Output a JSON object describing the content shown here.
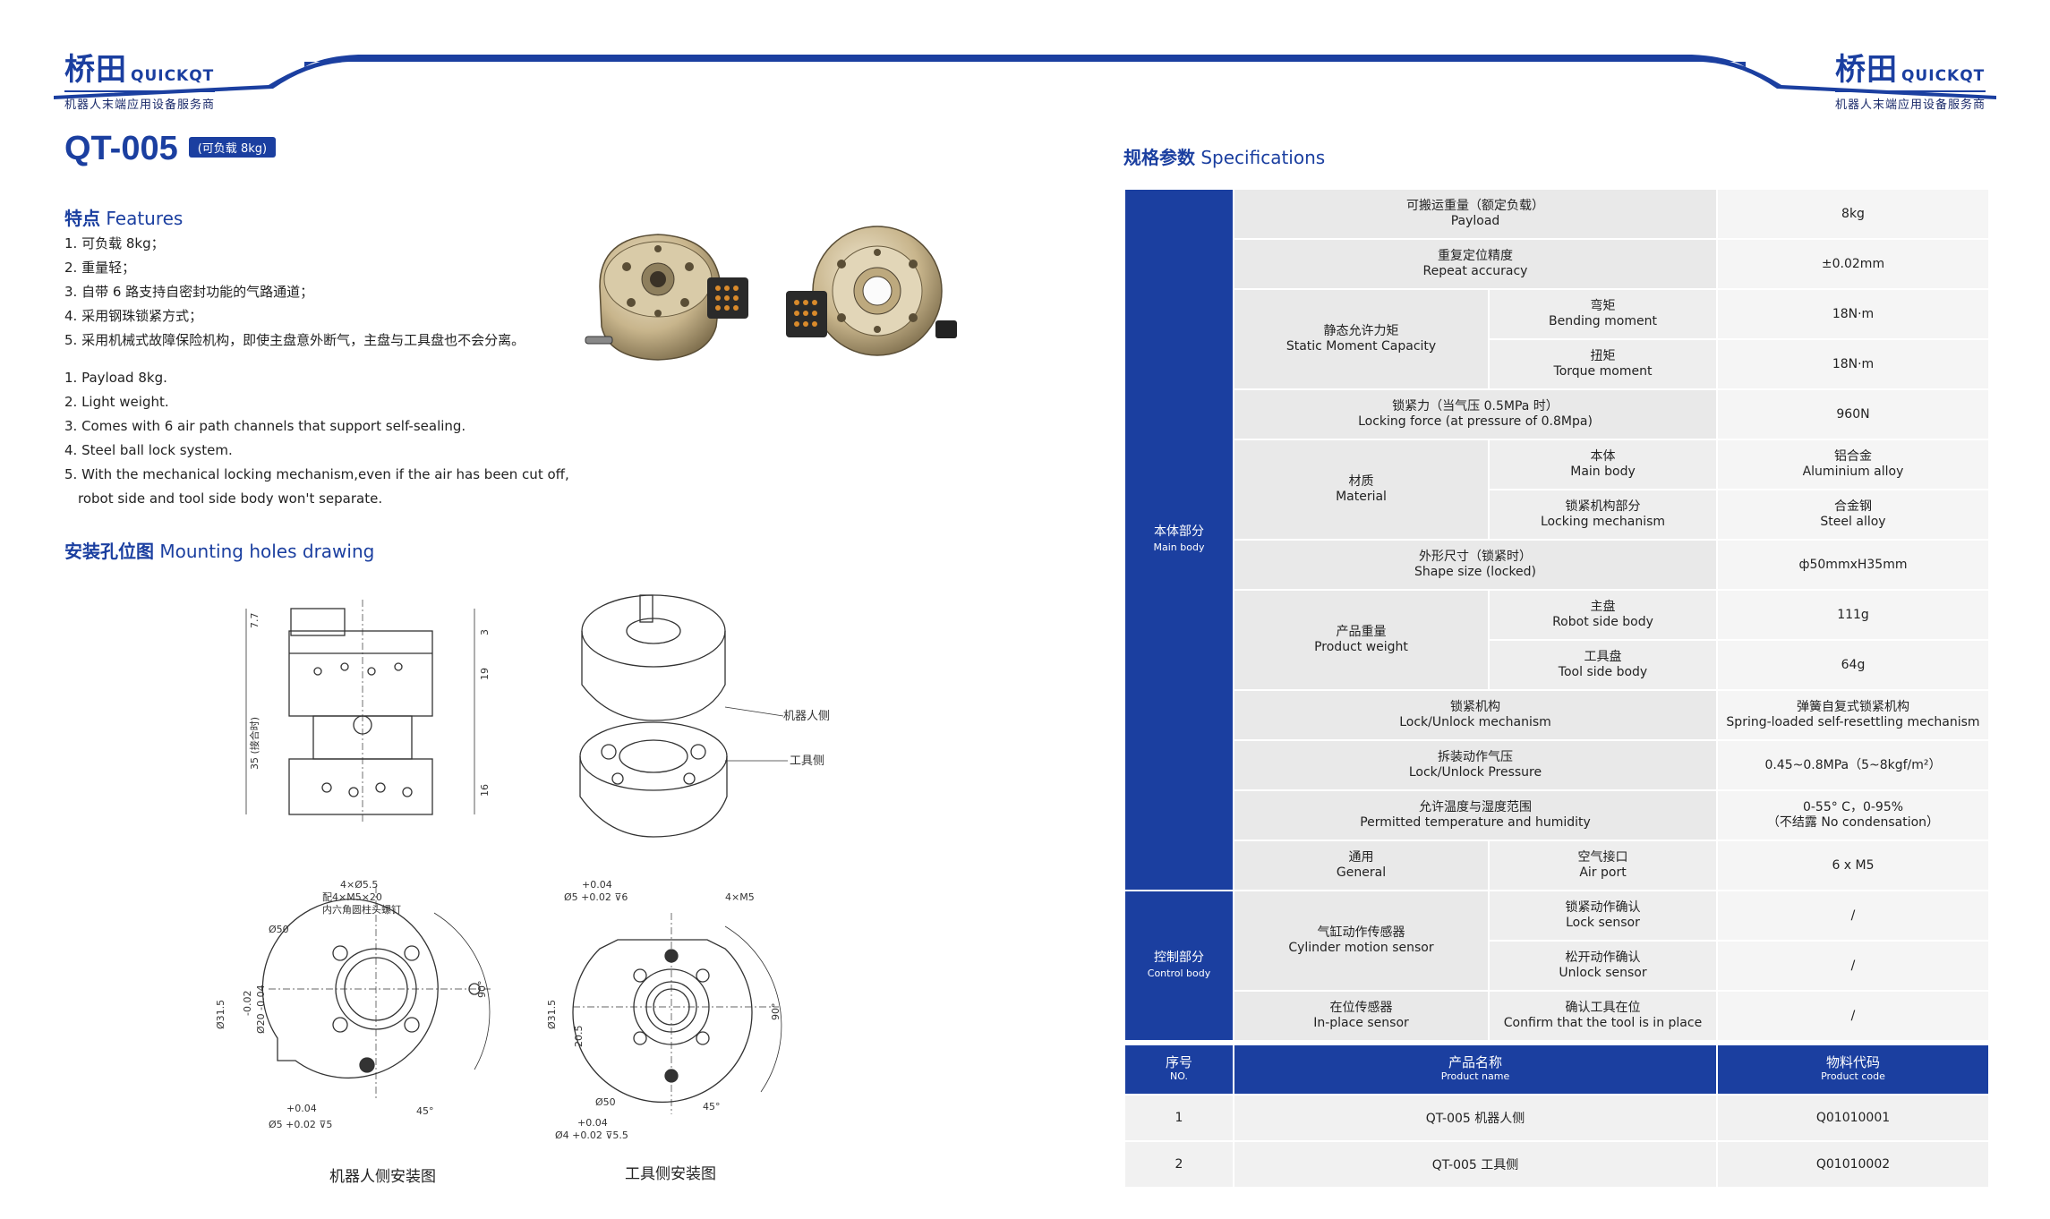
{
  "brand": {
    "cn": "桥田",
    "en": "QUICKQT",
    "tagline": "机器人末端应用设备服务商"
  },
  "model": {
    "name": "QT-005",
    "badge": "(可负载 8kg)"
  },
  "features": {
    "title_cn": "特点",
    "title_en": "Features",
    "cn": [
      "1. 可负载 8kg；",
      "2. 重量轻；",
      "3. 自带 6 路支持自密封功能的气路通道；",
      "4. 采用钢珠锁紧方式；",
      "5. 采用机械式故障保险机构，即使主盘意外断气，主盘与工具盘也不会分离。"
    ],
    "en": [
      "1. Payload 8kg.",
      "2. Light weight.",
      "3. Comes with 6 air path channels that support self-sealing.",
      "4. Steel ball lock system.",
      "5. With the mechanical locking mechanism,even if the air has been cut off,",
      "robot side and tool side body won't separate."
    ]
  },
  "mounting": {
    "title_cn": "安装孔位图",
    "title_en": "Mounting holes drawing",
    "side_dims": [
      "7.7",
      "35 (接合时)",
      "3",
      "19",
      "16"
    ],
    "iso_labels": [
      "机器人侧",
      "工具侧"
    ],
    "robot": {
      "caption": "机器人侧安装图",
      "notes": [
        "4×Ø5.5",
        "配4×M5×20",
        "内六角圆柱头螺钉",
        "Ø50",
        "Ø31.5",
        "-0.02",
        "Ø20 -0.04",
        "90°",
        "+0.04",
        "Ø5 +0.02 ⊽5",
        "45°"
      ]
    },
    "tool": {
      "caption": "工具侧安装图",
      "notes": [
        "+0.04",
        "Ø5 +0.02 ⊽6",
        "4×M5",
        "Ø31.5",
        "20.5",
        "Ø50",
        "+0.04",
        "Ø4 +0.02 ⊽5.5",
        "90°",
        "45°"
      ]
    }
  },
  "spec": {
    "title_cn": "规格参数",
    "title_en": "Specifications",
    "groups": {
      "body_cn": "本体部分",
      "body_en": "Main body",
      "control_cn": "控制部分",
      "control_en": "Control body"
    },
    "rows": {
      "payload": {
        "cn": "可搬运重量（额定负载）",
        "en": "Payload",
        "value": "8kg"
      },
      "repeat": {
        "cn": "重复定位精度",
        "en": "Repeat accuracy",
        "value": "±0.02mm"
      },
      "moment": {
        "cn": "静态允许力矩",
        "en": "Static Moment Capacity",
        "bend_cn": "弯矩",
        "bend_en": "Bending moment",
        "bend_value": "18N·m",
        "torque_cn": "扭矩",
        "torque_en": "Torque moment",
        "torque_value": "18N·m"
      },
      "lockforce": {
        "cn": "锁紧力（当气压 0.5MPa 时）",
        "en": "Locking force (at pressure of 0.8Mpa)",
        "value": "960N"
      },
      "material": {
        "cn": "材质",
        "en": "Material",
        "main_cn": "本体",
        "main_en": "Main body",
        "main_value_cn": "铝合金",
        "main_value_en": "Aluminium alloy",
        "lock_cn": "锁紧机构部分",
        "lock_en": "Locking mechanism",
        "lock_value_cn": "合金钢",
        "lock_value_en": "Steel alloy"
      },
      "shape": {
        "cn": "外形尺寸（锁紧时）",
        "en": "Shape size (locked)",
        "value": "ф50mmxH35mm"
      },
      "weight": {
        "cn": "产品重量",
        "en": "Product weight",
        "robot_cn": "主盘",
        "robot_en": "Robot side body",
        "robot_value": "111g",
        "tool_cn": "工具盘",
        "tool_en": "Tool side body",
        "tool_value": "64g"
      },
      "mech": {
        "cn": "锁紧机构",
        "en": "Lock/Unlock mechanism",
        "value_cn": "弹簧自复式锁紧机构",
        "value_en": "Spring-loaded self-resettling mechanism"
      },
      "pressure": {
        "cn": "拆装动作气压",
        "en": "Lock/Unlock Pressure",
        "value": "0.45~0.8MPa（5~8kgf/m²）"
      },
      "temp": {
        "cn": "允许温度与湿度范围",
        "en": "Permitted temperature and humidity",
        "value1": "0-55° C，0-95%",
        "value2": "（不结露 No condensation）"
      },
      "general": {
        "cn": "通用",
        "en": "General",
        "sub_cn": "空气接口",
        "sub_en": "Air port",
        "value": "6 x M5"
      },
      "cyl": {
        "cn": "气缸动作传感器",
        "en": "Cylinder motion sensor",
        "lock_cn": "锁紧动作确认",
        "lock_en": "Lock sensor",
        "lock_value": "/",
        "unlock_cn": "松开动作确认",
        "unlock_en": "Unlock sensor",
        "unlock_value": "/"
      },
      "inplace": {
        "cn": "在位传感器",
        "en": "In-place sensor",
        "sub_cn": "确认工具在位",
        "sub_en": "Confirm that the tool is in place",
        "value": "/"
      }
    }
  },
  "products": {
    "head": {
      "no_cn": "序号",
      "no_en": "NO.",
      "name_cn": "产品名称",
      "name_en": "Product name",
      "code_cn": "物料代码",
      "code_en": "Product code"
    },
    "items": [
      {
        "no": "1",
        "name": "QT-005 机器人侧",
        "code": "Q01010001"
      },
      {
        "no": "2",
        "name": "QT-005 工具侧",
        "code": "Q01010002"
      }
    ]
  },
  "colors": {
    "brand_blue": "#1b3fa0",
    "table_grey": "#f1f1f1"
  }
}
